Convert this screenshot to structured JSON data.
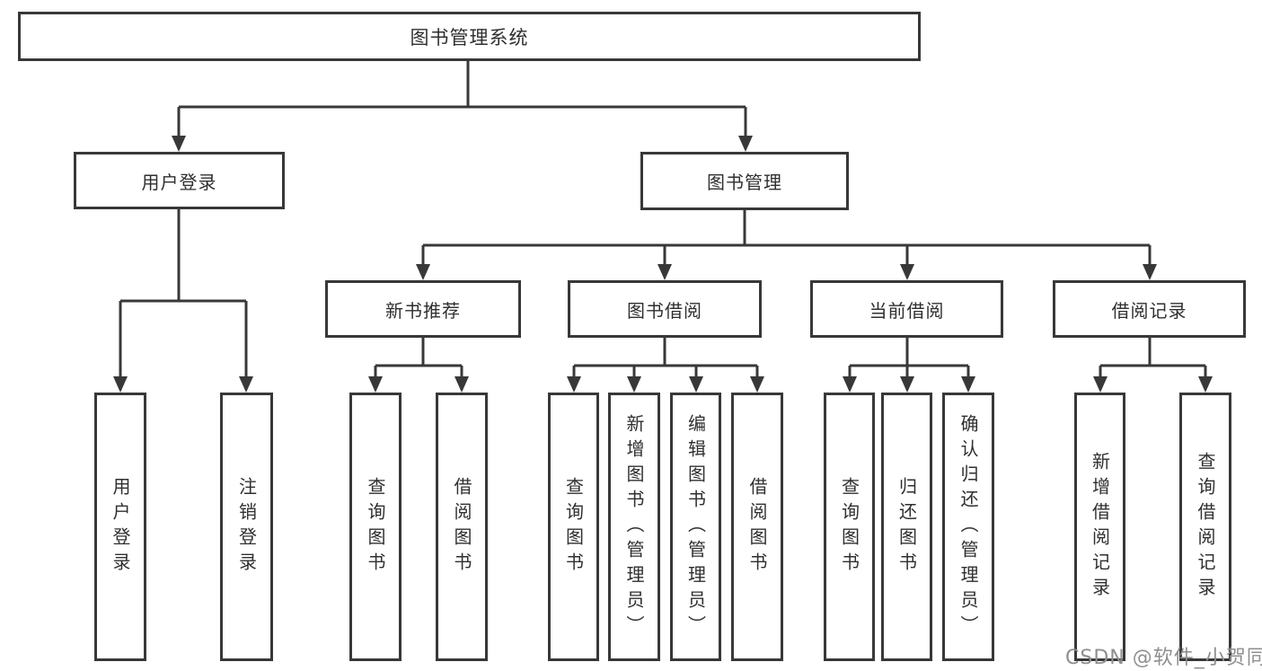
{
  "tree": {
    "label": "图书管理系统",
    "children": [
      {
        "label": "用户登录",
        "children": [
          {
            "label": "用户登录"
          },
          {
            "label": "注销登录"
          }
        ]
      },
      {
        "label": "图书管理",
        "children": [
          {
            "label": "新书推荐",
            "children": [
              {
                "label": "查询图书"
              },
              {
                "label": "借阅图书"
              }
            ]
          },
          {
            "label": "图书借阅",
            "children": [
              {
                "label": "查询图书"
              },
              {
                "label": "新增图书（管理员）"
              },
              {
                "label": "编辑图书（管理员）"
              },
              {
                "label": "借阅图书"
              }
            ]
          },
          {
            "label": "当前借阅",
            "children": [
              {
                "label": "查询图书"
              },
              {
                "label": "归还图书"
              },
              {
                "label": "确认归还（管理员）"
              }
            ]
          },
          {
            "label": "借阅记录",
            "children": [
              {
                "label": "新增借阅记录"
              },
              {
                "label": "查询借阅记录"
              }
            ]
          }
        ]
      }
    ]
  },
  "watermark": {
    "text": "CSDN @软件_小贺同学"
  },
  "colors": {
    "line": "#383838",
    "text": "#2f2f2f",
    "background": "#ffffff",
    "watermark": "#8f8f8f"
  }
}
